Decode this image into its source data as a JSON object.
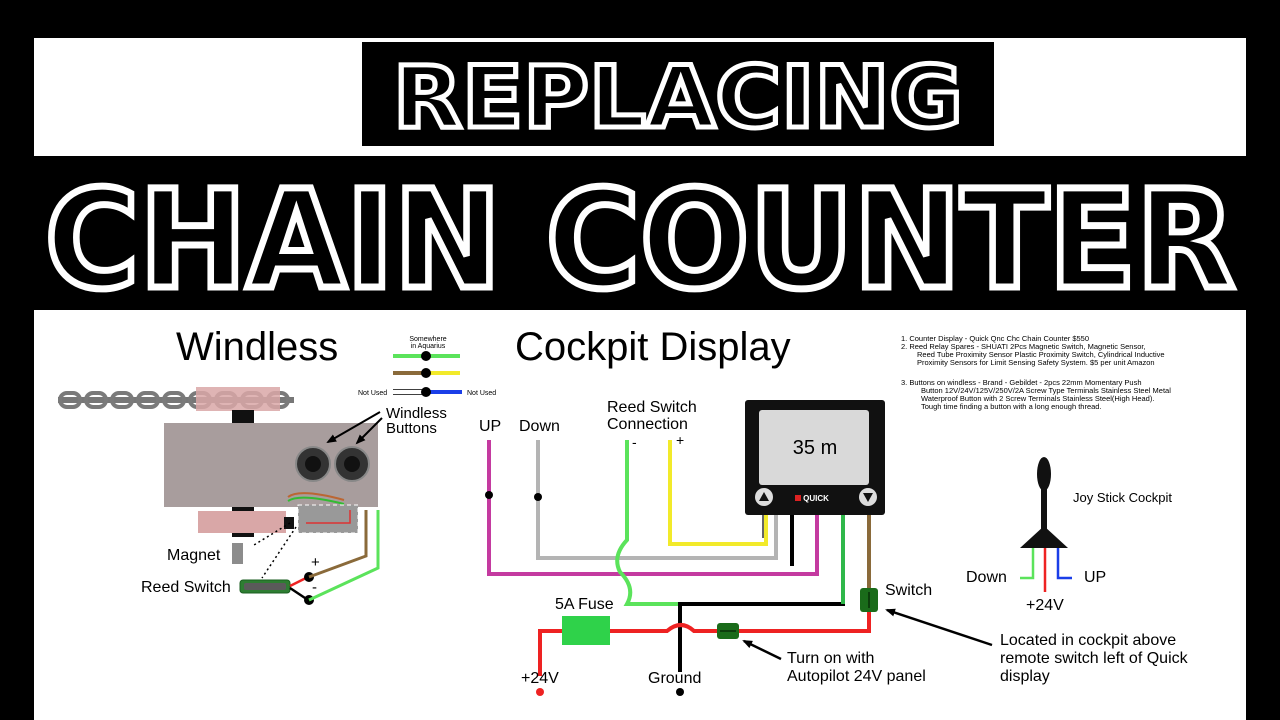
{
  "header": {
    "title_top": "REPLACING",
    "title_main": "CHAIN COUNTER"
  },
  "windlass": {
    "heading": "Windless",
    "buttons_label_1": "Windless",
    "buttons_label_2": "Buttons",
    "magnet_label": "Magnet",
    "reed_switch_label": "Reed Switch",
    "plus": "+",
    "minus": "-"
  },
  "wire_legend": {
    "somewhere_1": "Somewhere",
    "somewhere_2": "in Aquarius",
    "not_used_left": "Not Used",
    "not_used_right": "Not Used"
  },
  "cockpit": {
    "heading": "Cockpit Display",
    "up_label": "UP",
    "down_label": "Down",
    "reed_conn_1": "Reed Switch",
    "reed_conn_2": "Connection",
    "reed_minus": "-",
    "reed_plus": "+",
    "display_value": "35 m",
    "brand": "QUICK",
    "fuse_label": "5A Fuse",
    "v24_left": "+24V",
    "ground_label": "Ground",
    "switch_label": "Switch",
    "turn_on_1": "Turn on with",
    "turn_on_2": "Autopilot 24V panel",
    "located_1": "Located in cockpit above",
    "located_2": "remote switch left of Quick",
    "located_3": "display"
  },
  "joystick": {
    "label": "Joy Stick Cockpit",
    "down": "Down",
    "up": "UP",
    "v24": "+24V"
  },
  "notes": {
    "line_1": "1.  Counter Display - Quick Qnc Chc Chain Counter  $550",
    "line_2": "2.  Reed Relay Spares - SHUATI 2Pcs Magnetic Switch, Magnetic Sensor,",
    "line_3": "Reed Tube Proximity Sensor Plastic Proximity Switch, Cylindrical Inductive",
    "line_4": "Proximity Sensors for Limit Sensing Safety System.  $5 per unit Amazon",
    "line_5": "3.  Buttons on windless -   Brand - Gebildet - 2pcs 22mm Momentary Push",
    "line_6": "Button 12V/24V/125V/250V/2A Screw Type Terminals Stainless Steel Metal",
    "line_7": "Waterproof Button with 2 Screw Terminals Stainless Steel(High Head).",
    "line_8": "Tough time finding a button with a long enough thread."
  },
  "colors": {
    "magenta": "#c43aa0",
    "gray_wire": "#b4b4b4",
    "green_wire": "#5be35b",
    "yellow_wire": "#f2ea2a",
    "blue_wire": "#1a3ee8",
    "brown_wire": "#8a6a3a",
    "red_wire": "#ee2222",
    "fuse_green": "#2fd24a",
    "chain_gray": "#8c8c8c",
    "windlass_body": "#a89d9d",
    "pink_block": "#d9a7a7"
  }
}
